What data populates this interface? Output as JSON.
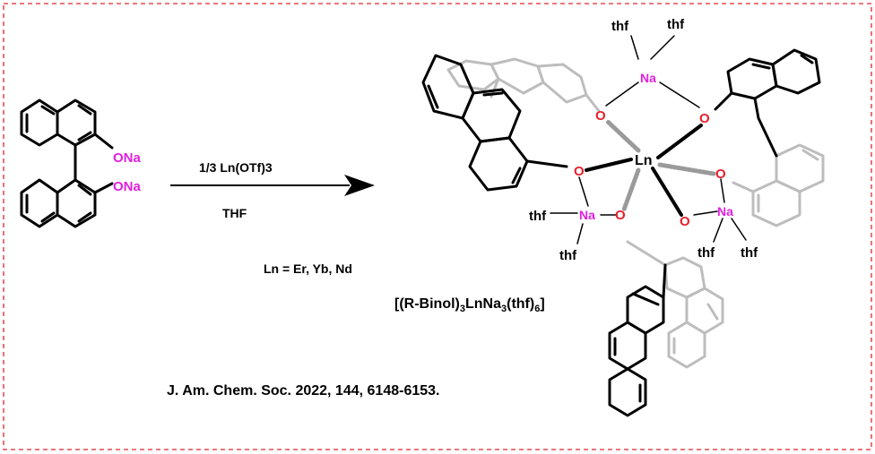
{
  "reactant": {
    "substituent_1": "ONa",
    "substituent_2": "ONa"
  },
  "arrow": {
    "reagent": "1/3 Ln(OTf)3",
    "solvent": "THF",
    "ln_note": "Ln = Er, Yb, Nd"
  },
  "product": {
    "center": "Ln",
    "oxygen": "O",
    "sodium": "Na",
    "ligand": "thf",
    "formula_parts": [
      "[(R-Binol)",
      "3",
      "LnNa",
      "3",
      "(thf)",
      "6",
      "]"
    ]
  },
  "reference": "J. Am. Chem. Soc. 2022, 144, 6148-6153.",
  "colors": {
    "border": "#e0262a",
    "bond_dark": "#000000",
    "bond_gray": "#bdbdbd",
    "oxygen": "#e8202a",
    "sodium": "#e020e0",
    "hash": "#9a9a9a"
  }
}
